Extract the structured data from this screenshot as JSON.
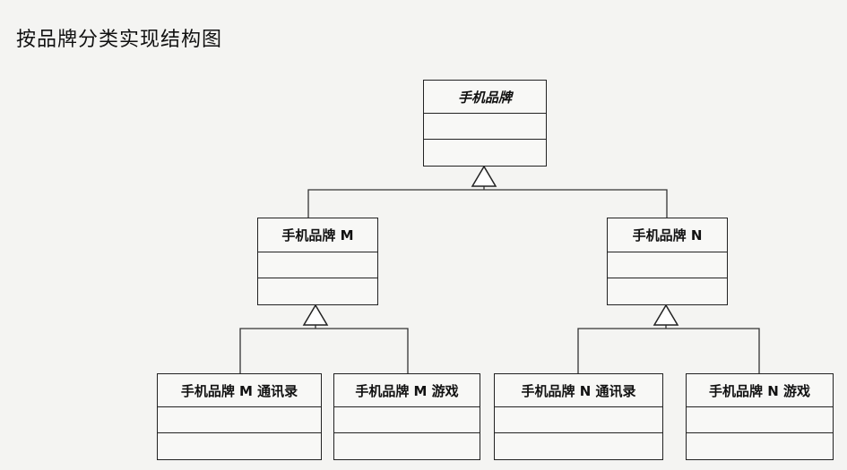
{
  "title": "按品牌分类实现结构图",
  "classes": {
    "root": {
      "name": "手机品牌"
    },
    "brand_m": {
      "name": "手机品牌 M"
    },
    "brand_n": {
      "name": "手机品牌 N"
    },
    "m_contacts": {
      "name": "手机品牌 M 通讯录"
    },
    "m_game": {
      "name": "手机品牌 M 游戏"
    },
    "n_contacts": {
      "name": "手机品牌 N 通讯录"
    },
    "n_game": {
      "name": "手机品牌 N 游戏"
    }
  }
}
